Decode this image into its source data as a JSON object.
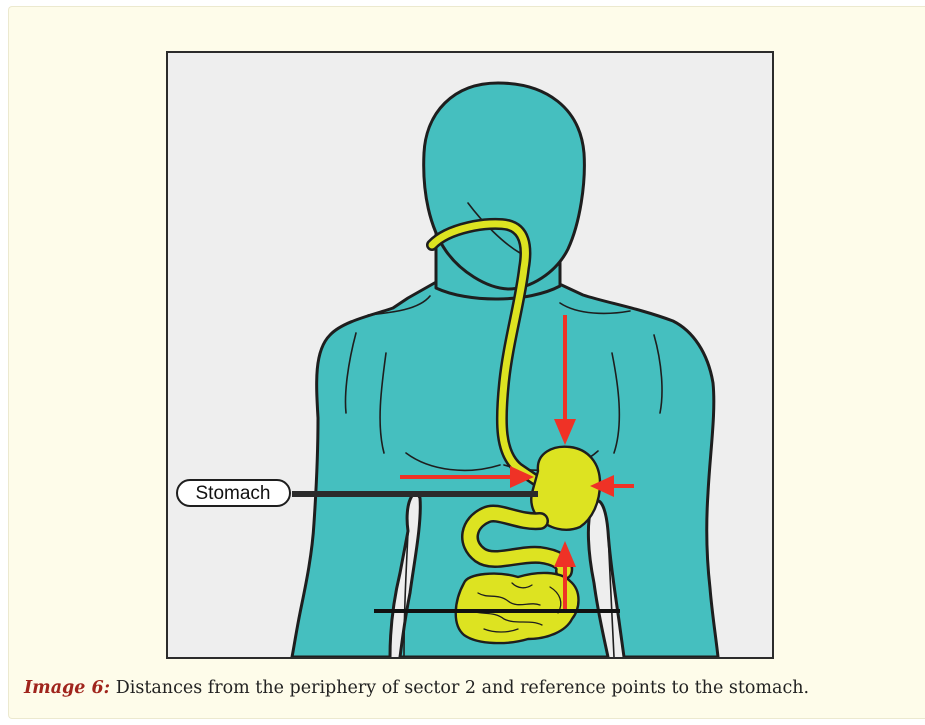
{
  "figure": {
    "callout_label": "Stomach",
    "colors": {
      "background": "#eeeeee",
      "body": "#45bfbf",
      "digestive_tract": "#dde321",
      "arrow": "#ef3226",
      "outline": "#1e1e1e",
      "panel": "#fefcea"
    },
    "arrows": [
      {
        "name": "arrow-from-sternum",
        "direction": "down"
      },
      {
        "name": "arrow-from-left-side",
        "direction": "right"
      },
      {
        "name": "arrow-from-right-side",
        "direction": "left"
      },
      {
        "name": "arrow-from-waistline",
        "direction": "up"
      }
    ],
    "reference_line": "waistline"
  },
  "caption": {
    "label": "Image 6:",
    "text": " Distances from the periphery of sector 2 and reference points to the stomach."
  }
}
